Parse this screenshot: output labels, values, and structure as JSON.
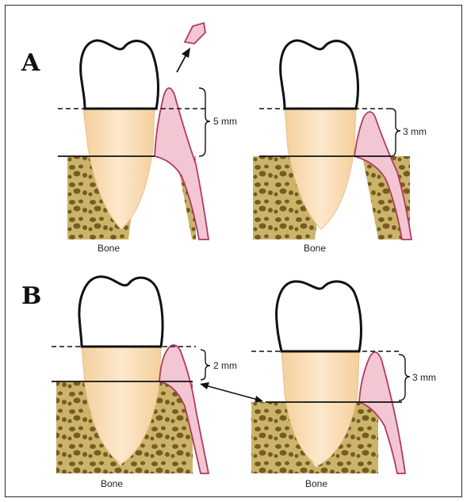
{
  "colors": {
    "bone_fill": "#c9b46a",
    "bone_hole": "#7a5a22",
    "root_fill": "#f4cf9b",
    "gingiva_fill": "#f3c6d3",
    "gingiva_stroke": "#b23a62",
    "crown_stroke": "#111111"
  },
  "panels": [
    {
      "letter": "A",
      "before": {
        "bone_label": "Bone",
        "measure_label": "5 mm",
        "removed_fragment": true
      },
      "after": {
        "bone_label": "Bone",
        "measure_label": "3 mm"
      }
    },
    {
      "letter": "B",
      "before": {
        "bone_label": "Bone",
        "measure_label": "2 mm"
      },
      "after": {
        "bone_label": "Bone",
        "measure_label": "3 mm"
      }
    }
  ]
}
